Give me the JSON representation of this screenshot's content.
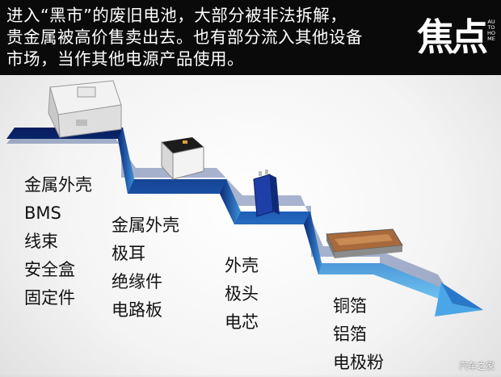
{
  "header": {
    "lines": [
      "进入“黑市”的废旧电池，大部分被非法拆解，",
      "贵金属被高价售卖出去。也有部分流入其他设备",
      "市场，当作其他电源产品使用。"
    ]
  },
  "logo": {
    "main": "焦点",
    "side": "AUTOHOME"
  },
  "stages": [
    {
      "items": [
        "金属外壳",
        "BMS",
        "线束",
        "安全盒",
        "固定件"
      ]
    },
    {
      "items": [
        "金属外壳",
        "极耳",
        "绝缘件",
        "电路板"
      ]
    },
    {
      "items": [
        "外壳",
        "极头",
        "电芯"
      ]
    },
    {
      "items": [
        "铜箔",
        "铝箔",
        "电极粉"
      ]
    }
  ],
  "watermark": "汽车之家",
  "colors": {
    "stair_top": "#071c5e",
    "stair_mid": "#1f5fb8",
    "stair_bottom": "#6fc3f2",
    "header_bg": "#0a0a0a"
  }
}
